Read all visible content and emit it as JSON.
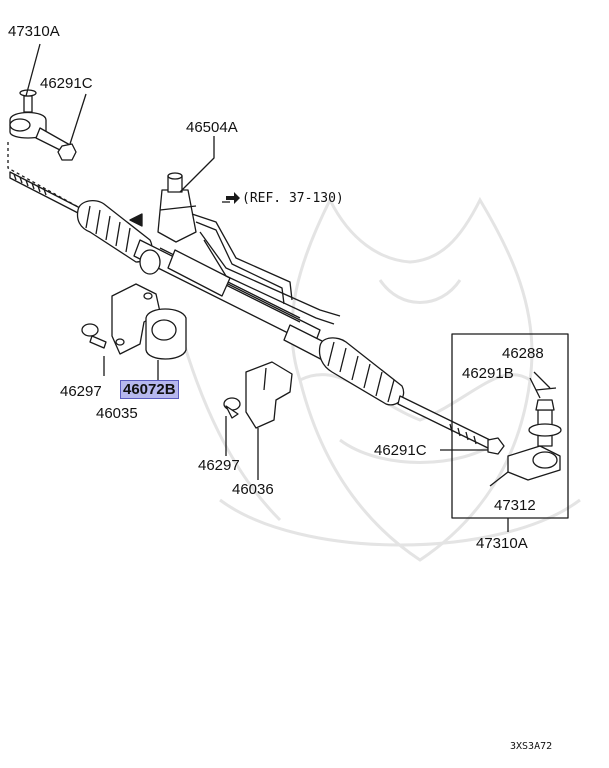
{
  "labels": {
    "tie_rod_end_left": "47310A",
    "nut_left": "46291C",
    "gear_box": "46504A",
    "reference": "(REF. 37-130)",
    "bolt_left": "46297",
    "bushing": "46072B",
    "clamp_left": "46035",
    "bolt_right": "46297",
    "clamp_right": "46036",
    "nut_right": "46291C",
    "cotter_pin": "46288",
    "castle_nut": "46291B",
    "tie_rod_end_inner": "47312",
    "tie_rod_end_right": "47310A"
  },
  "diagram_code": "3XS3A72",
  "colors": {
    "line": "#1a1a1a",
    "highlight": "#b6b8ee",
    "watermark": "#e4e4e4"
  }
}
